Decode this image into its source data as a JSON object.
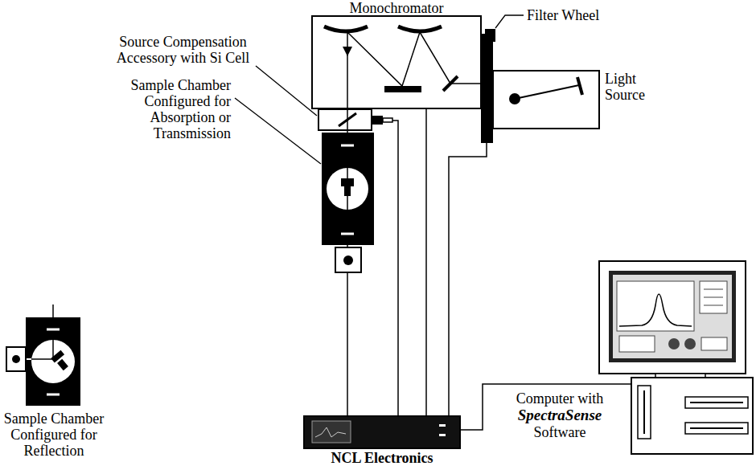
{
  "diagram": {
    "nodes": [
      {
        "text": [
          "Monochromator"
        ]
      },
      {
        "text": [
          "Filter Wheel"
        ]
      },
      {
        "text": [
          "Light Source"
        ]
      },
      {
        "text": [
          "Source Compensation Accessory with Si Cell"
        ]
      },
      {
        "text": [
          "Sample Chamber Configured for Absorption or Transmission"
        ]
      },
      {
        "text": [
          "Sample Chamber Configured for Reflection"
        ]
      },
      {
        "text": [
          "NCL Electronics"
        ]
      },
      {
        "text": [
          "Computer with",
          "SpectraSense",
          "Software"
        ]
      }
    ],
    "edges": [
      {
        "from": 6,
        "to": 4,
        "arrow": "none"
      },
      {
        "from": 6,
        "to": 3,
        "arrow": "none"
      },
      {
        "from": 6,
        "to": 0,
        "arrow": "none"
      },
      {
        "from": 6,
        "to": 1,
        "arrow": "none"
      },
      {
        "from": 6,
        "to": 7,
        "arrow": "none"
      }
    ]
  }
}
